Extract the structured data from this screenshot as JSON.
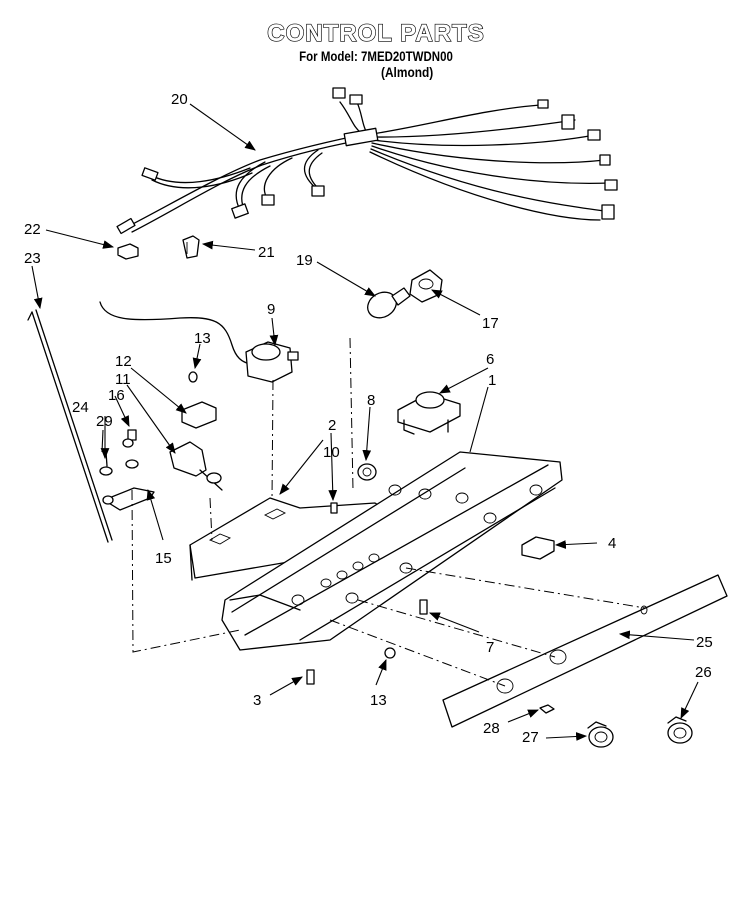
{
  "title": "CONTROL PARTS",
  "model_line": "For Model: 7MED20TWDN00",
  "variant": "(Almond)",
  "callouts": {
    "c1": "1",
    "c2": "2",
    "c3": "3",
    "c4": "4",
    "c6": "6",
    "c7": "7",
    "c8": "8",
    "c9": "9",
    "c10": "10",
    "c11": "11",
    "c12": "12",
    "c13a": "13",
    "c13b": "13",
    "c15": "15",
    "c16": "16",
    "c17": "17",
    "c19": "19",
    "c20": "20",
    "c21": "21",
    "c22": "22",
    "c23": "23",
    "c24": "24",
    "c25": "25",
    "c26": "26",
    "c27": "27",
    "c28": "28",
    "c29": "29"
  }
}
